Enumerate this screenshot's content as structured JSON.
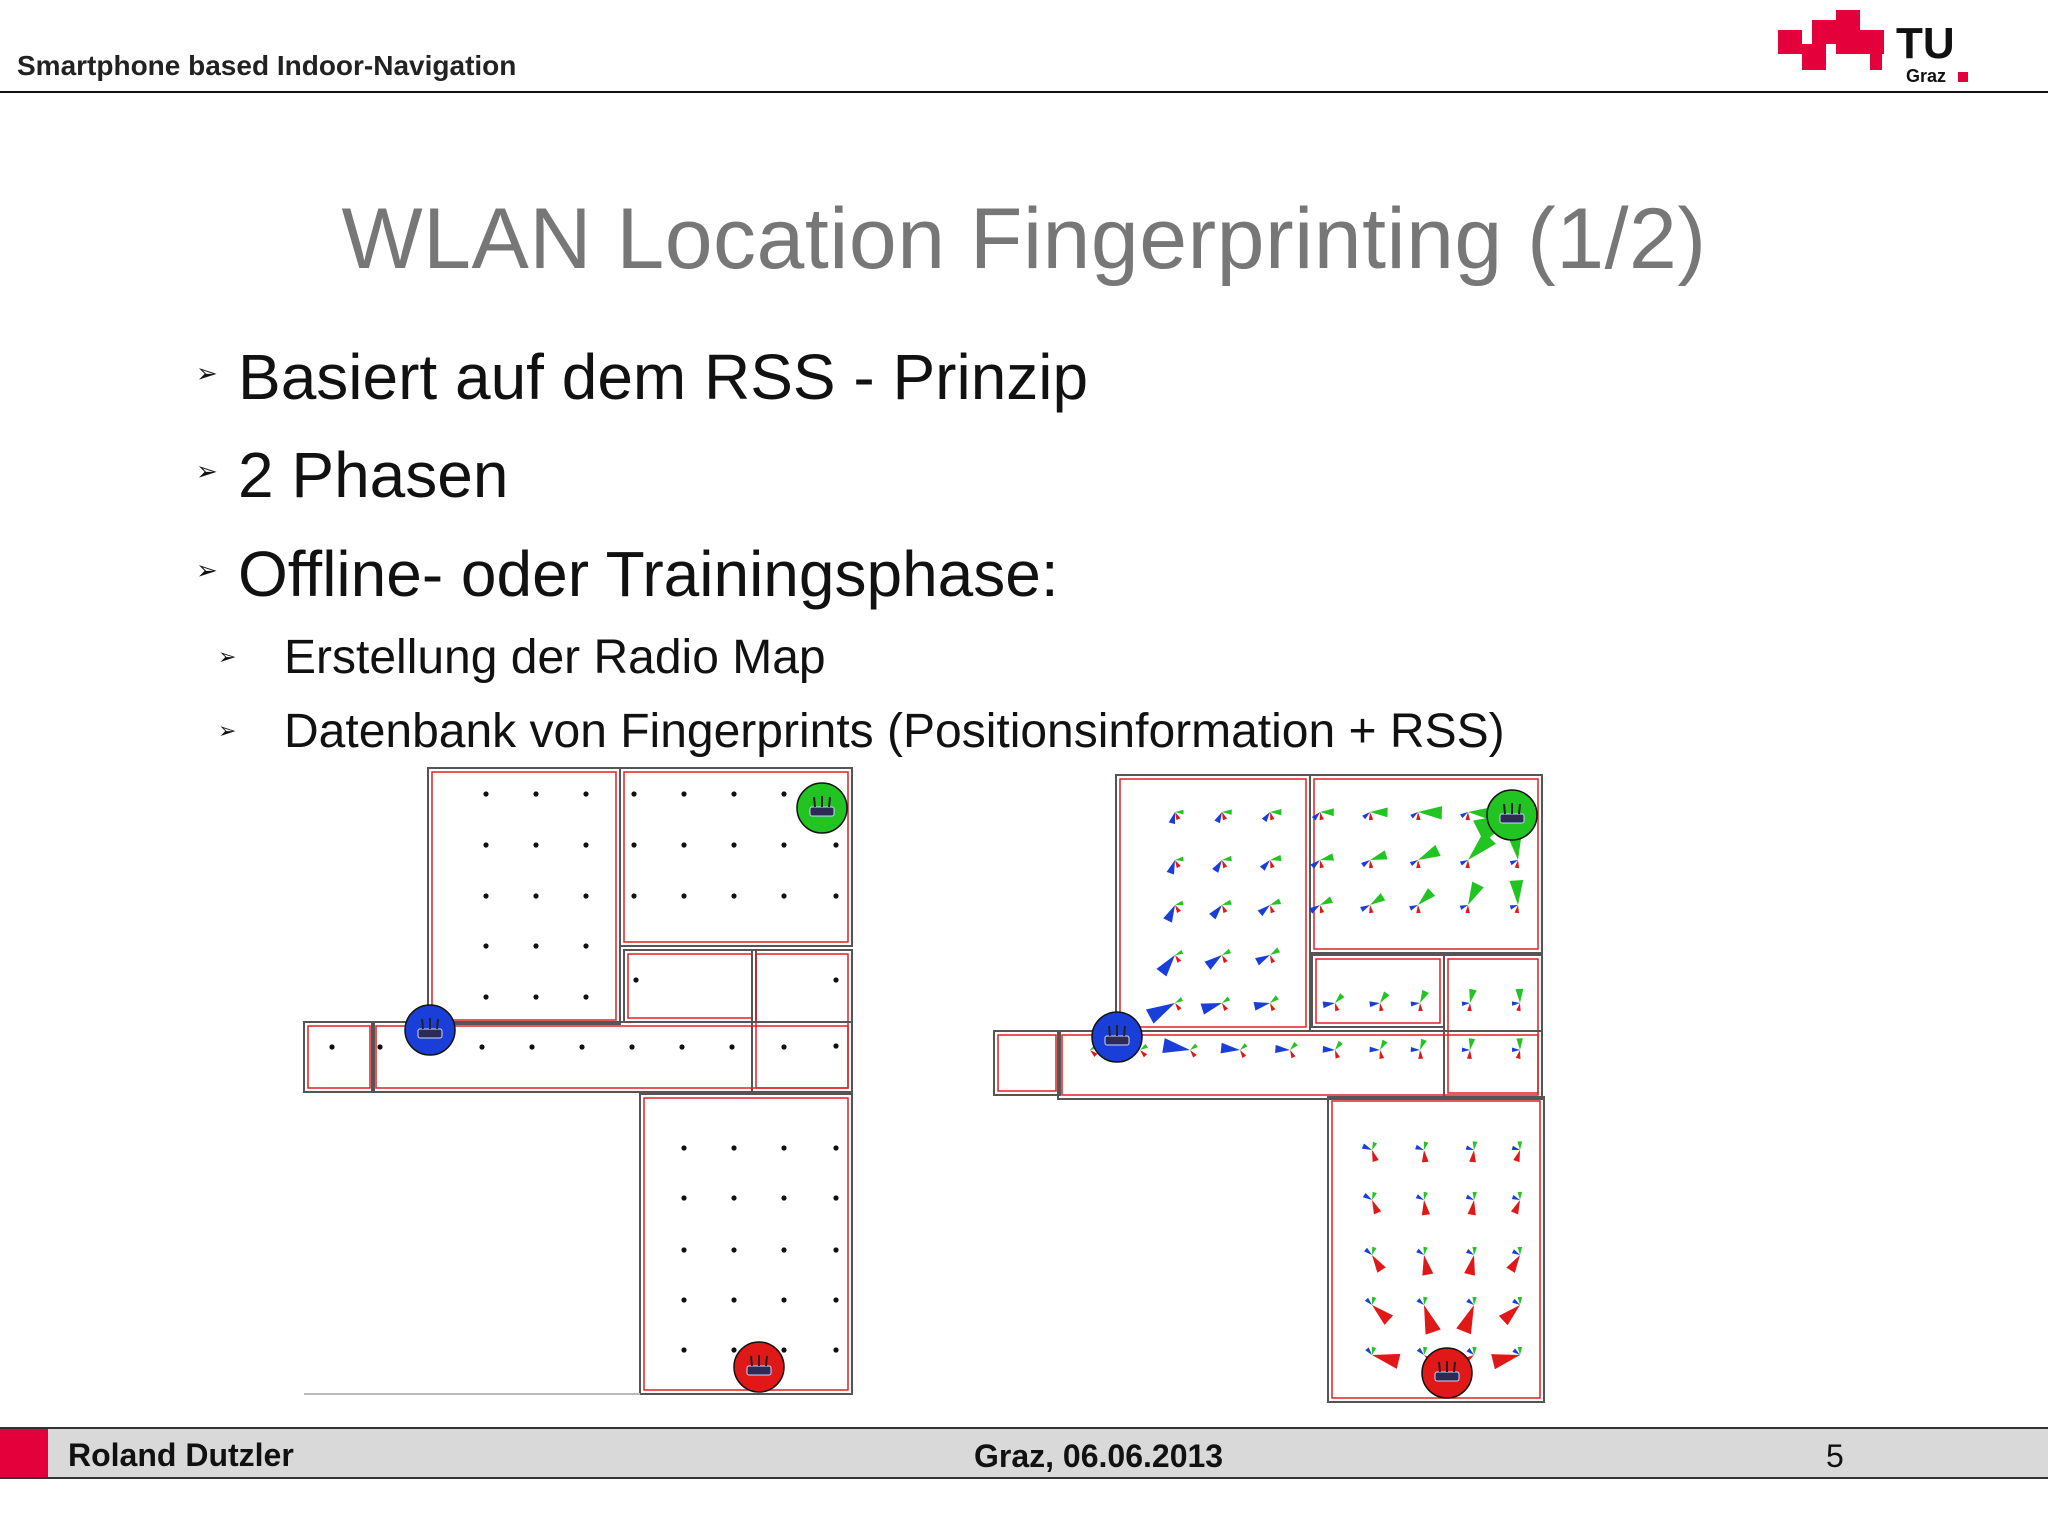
{
  "header": {
    "course_title": "Smartphone based Indoor-Navigation",
    "logo_text": "TU",
    "logo_subtext": "Graz"
  },
  "slide": {
    "title": "WLAN Location Fingerprinting (1/2)",
    "bullets": [
      "Basiert auf dem RSS - Prinzip",
      "2 Phasen",
      "Offline- oder Trainingsphase:"
    ],
    "sub_bullets": [
      "Erstellung der Radio Map",
      "Datenbank von Fingerprints (Positionsinformation + RSS)"
    ],
    "bullet_marker": "➢"
  },
  "figures": {
    "left": "floor-plan-reference-points",
    "right": "floor-plan-rss-vectors",
    "access_point_colors": [
      "#1a3fd8",
      "#22c422",
      "#e01818"
    ]
  },
  "footer": {
    "author": "Roland Dutzler",
    "date": "Graz, 06.06.2013",
    "page": "5"
  },
  "colors": {
    "accent": "#e4003a",
    "title_gray": "#777777"
  }
}
